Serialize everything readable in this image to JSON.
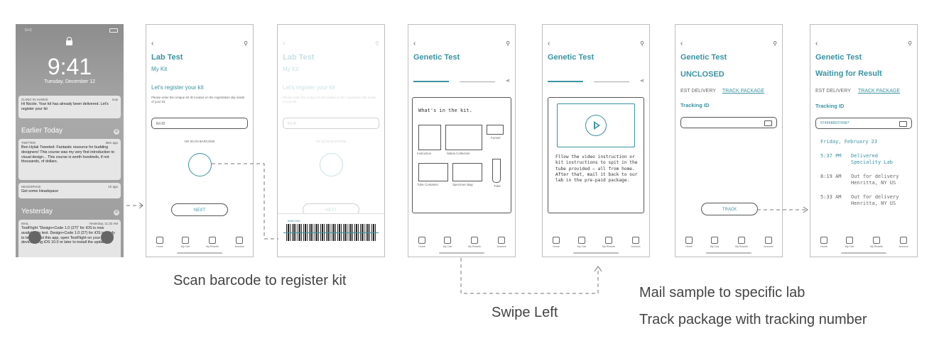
{
  "captions": {
    "scan": "Scan barcode to register kit",
    "swipe": "Swipe Left",
    "mail": "Mail sample to specific lab",
    "track": "Track package with tracking number"
  },
  "lock": {
    "carrier": "D+C",
    "time": "9:41",
    "date": "Tuesday, December 12",
    "n1_app": "CLINIC IN HANDS",
    "n1_when": "now",
    "n1_body": "Hi Nicole. Your kit has already been delivered. Let's register your kit",
    "earlier": "Earlier Today",
    "n2_app": "TWITTER",
    "n2_when": "36m ago",
    "n2_body": "Ben Hylak Tweeted: Fantastic resource for budding designers! This course was my very first introduction to visual design... This course is worth hundreds, if not thousands, of dollars.",
    "n3_app": "HEADSPACE",
    "n3_when": "1h ago",
    "n3_body": "Get some Headspace",
    "yesterday": "Yesterday",
    "n4_app": "MAIL",
    "n4_when": "Yesterday, 11:32 AM",
    "n4_body": "TestFlight \"Design+Code 1.0 (27)\" for iOS is now available to test. Design+Code 1.0 (27) for iOS is ready to test To test this app, open TestFlight on your iOS device using iOS 10.0 or later to install the update. In"
  },
  "reg": {
    "title": "Lab Test",
    "subtitle": "My Kit",
    "heading": "Let's register your kit",
    "instructions": "Please enter the Unique Kit ID located on the registration slip inside of your kit.",
    "kit_placeholder": "Kit ID",
    "or_scan": "OR SCAN BARCODE",
    "next": "NEXT",
    "barcode_label": "BARCODE"
  },
  "genetic": {
    "title": "Genetic Test",
    "kit_heading": "What's in the kit.",
    "items": [
      "Instruction",
      "Saliva Collection",
      "Funnel",
      "Tube Container",
      "Specimen Bag",
      "Tube"
    ],
    "video_text": "Fllow the video instruction or kit instructions to spit in the tube provided — all from home. After that, mail it back to our lab in the pre-paid package."
  },
  "track1": {
    "title": "Genetic Test",
    "status": "UNCLOSED",
    "est": "EST DELIVERY",
    "track_pkg": "TRACK PACKAGE",
    "tracking_label": "Tracking ID",
    "track_btn": "TRACK"
  },
  "track2": {
    "title": "Genetic Test",
    "status": "Waiting for Result",
    "est": "EST DELIVERY",
    "track_pkg": "TRACK PACKAGE",
    "tracking_label": "Tracking ID",
    "tracking_value": "07409889374987",
    "date": "Friday, February 23",
    "events": [
      {
        "time": "5:37 PM",
        "desc": "Delivered Speciality Lab"
      },
      {
        "time": "8:19 AM",
        "desc": "Out for delivery Henritta, NY US"
      },
      {
        "time": "5:33 AM",
        "desc": "Out for delivery Henritta, NY US"
      }
    ]
  },
  "tabs": [
    "Home",
    "My Cart",
    "My Results",
    "Account"
  ],
  "colors": {
    "accent": "#3a93a0",
    "lock_bg": "#9a9a9a"
  }
}
